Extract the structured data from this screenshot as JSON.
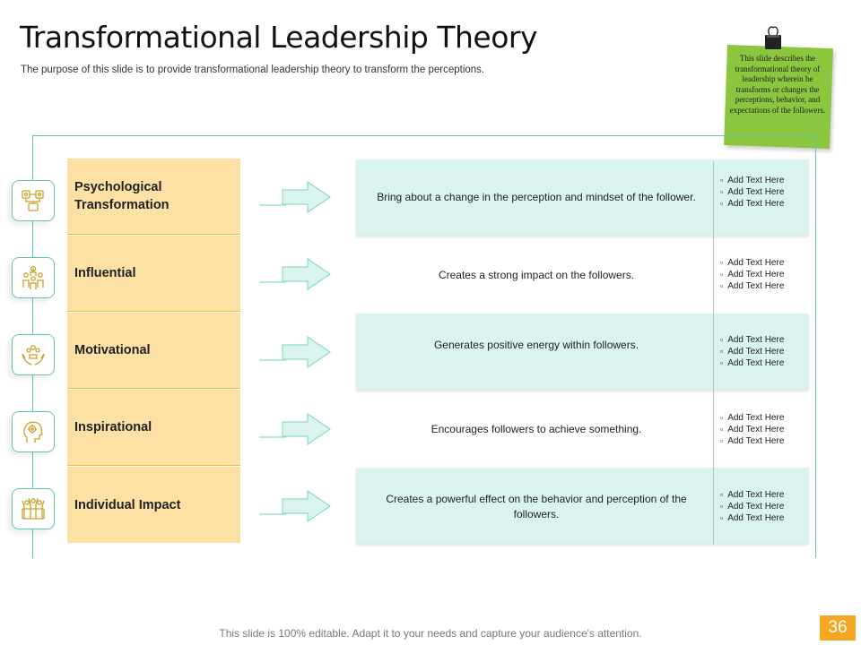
{
  "slide": {
    "title": "Transformational Leadership Theory",
    "subtitle": "The purpose of this slide is to provide transformational leadership theory to transform the perceptions.",
    "note": "This slide describes the transformational theory of leadership wherein he transforms or changes the perceptions, behavior, and expectations of the followers."
  },
  "rows": [
    {
      "label": "Psychological Transformation",
      "description": "Bring about a change in the perception and mindset of the follower.",
      "bullets": [
        "Add Text Here",
        "Add Text Here",
        "Add Text Here"
      ],
      "icon": "brain-network-icon"
    },
    {
      "label": "Influential",
      "description": "Creates a strong impact on the followers.",
      "bullets": [
        "Add Text Here",
        "Add Text Here",
        "Add Text Here"
      ],
      "icon": "team-leader-icon"
    },
    {
      "label": "Motivational",
      "description": "Generates positive energy within followers.",
      "bullets": [
        "Add Text Here",
        "Add Text Here",
        "Add Text Here"
      ],
      "icon": "hands-people-icon"
    },
    {
      "label": "Inspirational",
      "description": "Encourages followers to achieve something.",
      "bullets": [
        "Add Text Here",
        "Add Text Here",
        "Add Text Here"
      ],
      "icon": "head-gear-icon"
    },
    {
      "label": "Individual Impact",
      "description": "Creates a powerful effect on the behavior and perception of the followers.",
      "bullets": [
        "Add Text Here",
        "Add Text Here",
        "Add Text Here"
      ],
      "icon": "group-raise-icon"
    }
  ],
  "footer": {
    "text": "This slide is 100% editable. Adapt it to your needs and capture your audience's attention.",
    "page_number": "36"
  },
  "colors": {
    "accent_teal": "#5fc4b4",
    "row_fill": "#d9f3ee",
    "label_fill": "#fde0a4",
    "note_green": "#8cc63f",
    "page_badge": "#f5a623"
  }
}
